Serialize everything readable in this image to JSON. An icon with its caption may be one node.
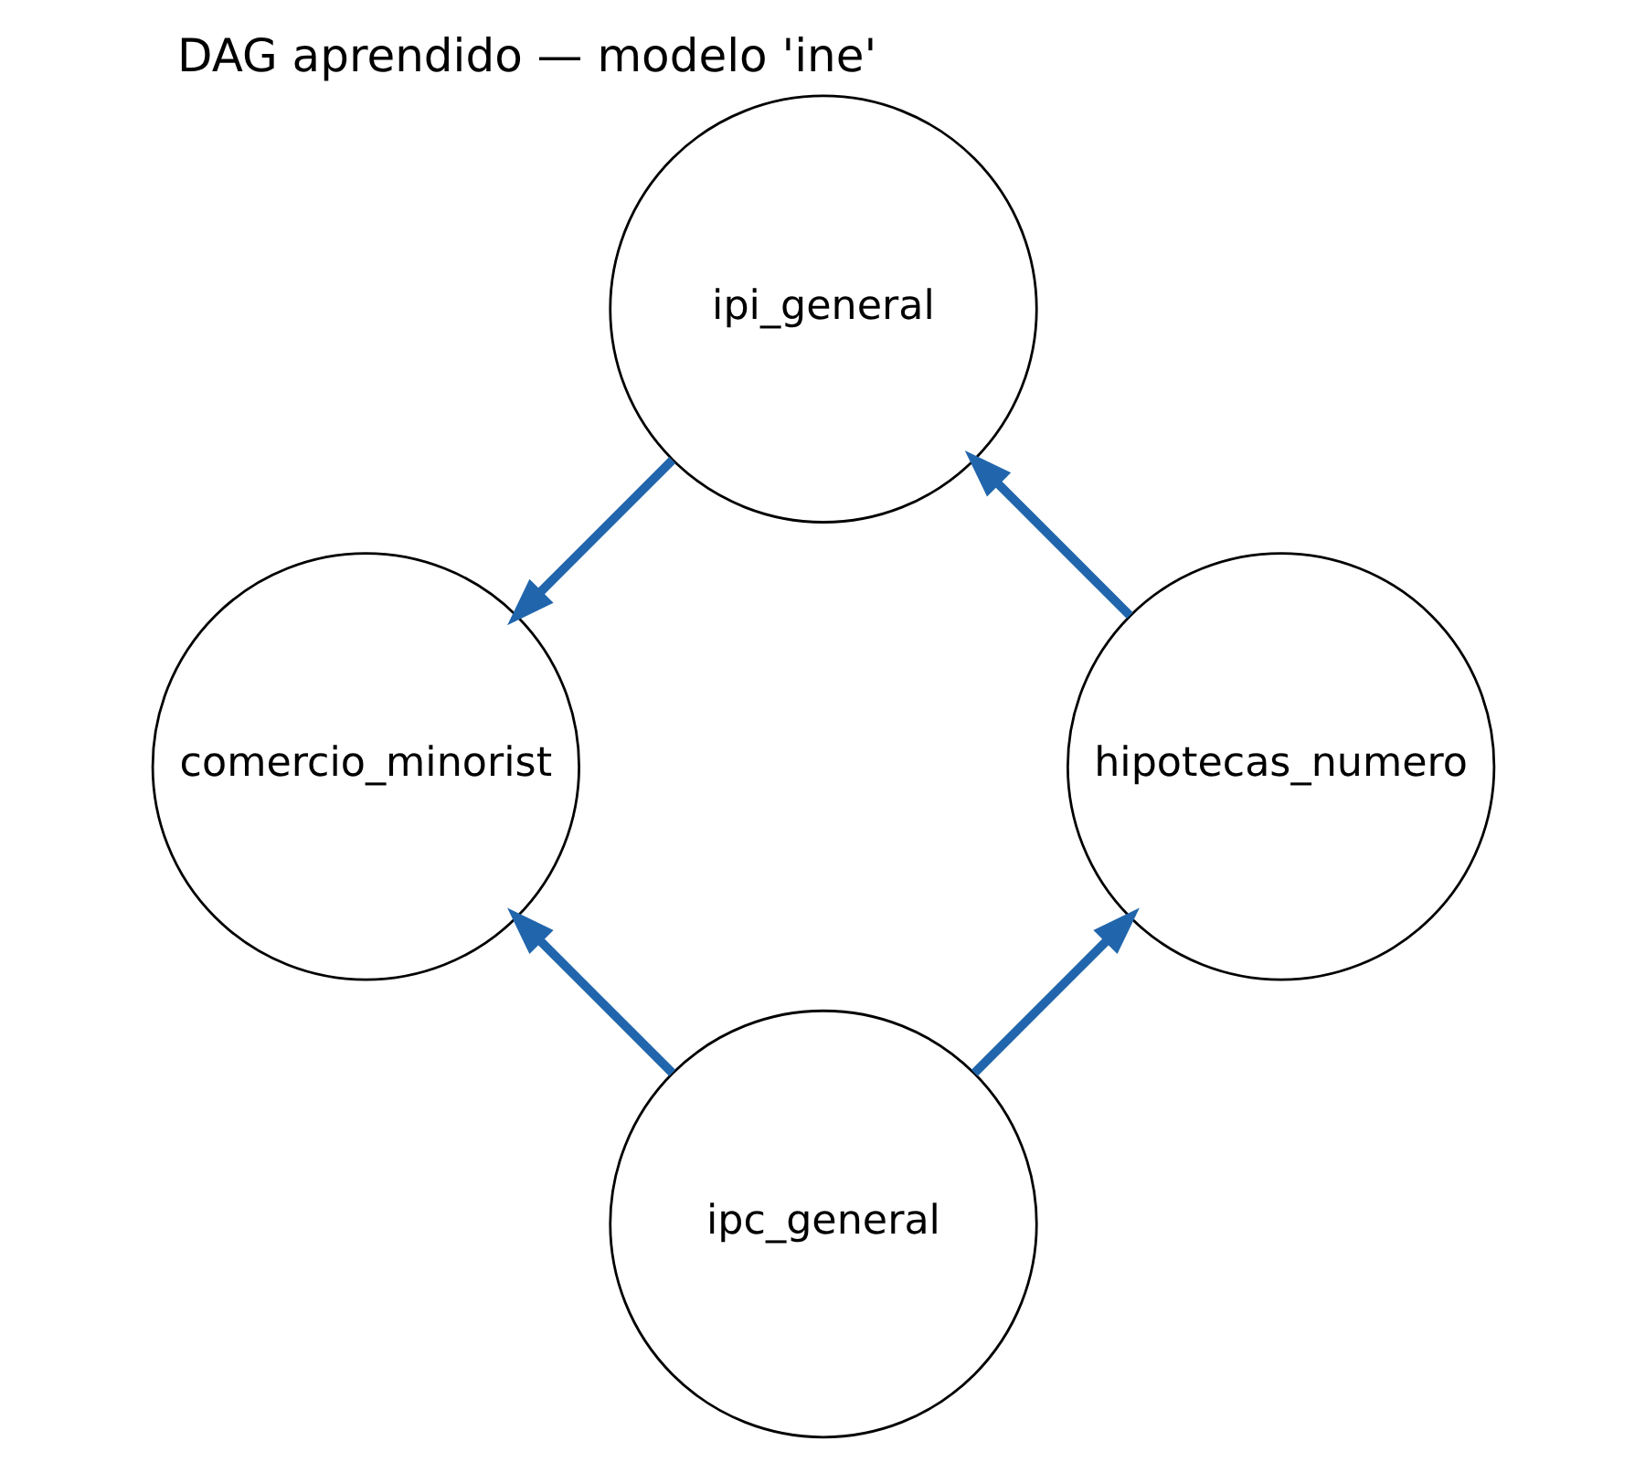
{
  "diagram": {
    "title": "DAG aprendido — modelo 'ine'",
    "nodes": [
      {
        "text": [
          "ipc_general"
        ]
      },
      {
        "text": [
          "comercio_minorist"
        ]
      },
      {
        "text": [
          "ipi_general"
        ]
      },
      {
        "text": [
          "hipotecas_numero"
        ]
      }
    ],
    "edges": [
      {
        "from": 0,
        "to": 1,
        "arrow": "to"
      },
      {
        "from": 0,
        "to": 3,
        "arrow": "to"
      },
      {
        "from": 2,
        "to": 1,
        "arrow": "to"
      },
      {
        "from": 3,
        "to": 2,
        "arrow": "to"
      }
    ]
  }
}
